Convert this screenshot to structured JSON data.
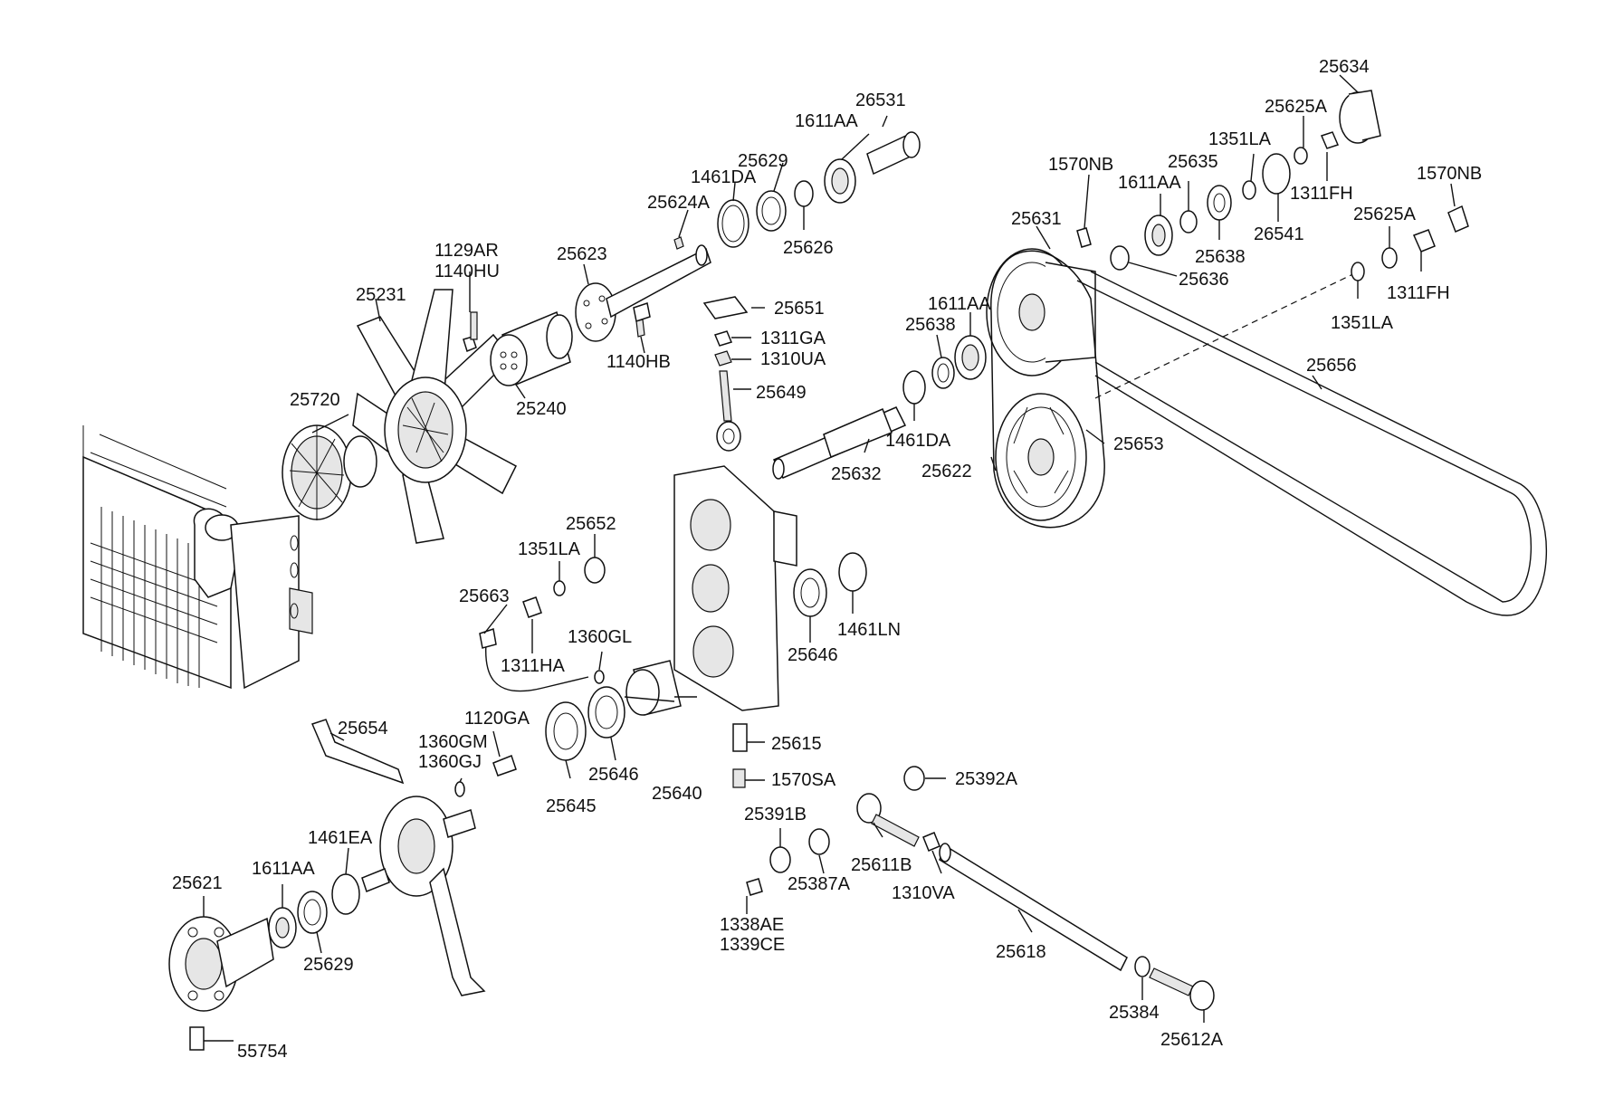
{
  "diagram": {
    "labels": {
      "l25634": "25634",
      "l25625A_1": "25625A",
      "l1351LA_1": "1351LA",
      "l26531": "26531",
      "l1611AA_1": "1611AA",
      "l25629_1": "25629",
      "l1461DA_1": "1461DA",
      "l25624A": "25624A",
      "l25626": "25626",
      "l1570NB_1": "1570NB",
      "l25635": "25635",
      "l1611AA_2": "1611AA",
      "l1311FH_1": "1311FH",
      "l1570NB_2": "1570NB",
      "l25631": "25631",
      "l25625A_2": "25625A",
      "l26541": "26541",
      "l25638_1": "25638",
      "l25636": "25636",
      "l1311FH_2": "1311FH",
      "l1351LA_2": "1351LA",
      "l1129AR": "1129AR",
      "l1140HU": "1140HU",
      "l25623": "25623",
      "l25231": "25231",
      "l25651": "25651",
      "l1611AA_3": "1611AA",
      "l25638_2": "25638",
      "l1311GA": "1311GA",
      "l1310UA": "1310UA",
      "l1140HB": "1140HB",
      "l25649": "25649",
      "l25656": "25656",
      "l25720": "25720",
      "l25240": "25240",
      "l1461DA_2": "1461DA",
      "l25653": "25653",
      "l25632": "25632",
      "l25622": "25622",
      "l25652": "25652",
      "l1351LA_3": "1351LA",
      "l25663": "25663",
      "l1360GL": "1360GL",
      "l1311HA": "1311HA",
      "l1461LN": "1461LN",
      "l25646_1": "25646",
      "l1120GA": "1120GA",
      "l25654": "25654",
      "l1360GM": "1360GM",
      "l1360GJ": "1360GJ",
      "l25615": "25615",
      "l1570SA": "1570SA",
      "l25646_2": "25646",
      "l25640": "25640",
      "l25645": "25645",
      "l25392A": "25392A",
      "l25391B": "25391B",
      "l1461EA": "1461EA",
      "l25611B": "25611B",
      "l25387A": "25387A",
      "l1310VA": "1310VA",
      "l1611AA_4": "1611AA",
      "l25621": "25621",
      "l1338AE": "1338AE",
      "l1339CE": "1339CE",
      "l25629_2": "25629",
      "l25618": "25618",
      "l25384": "25384",
      "l55754": "55754",
      "l25612A": "25612A"
    }
  }
}
